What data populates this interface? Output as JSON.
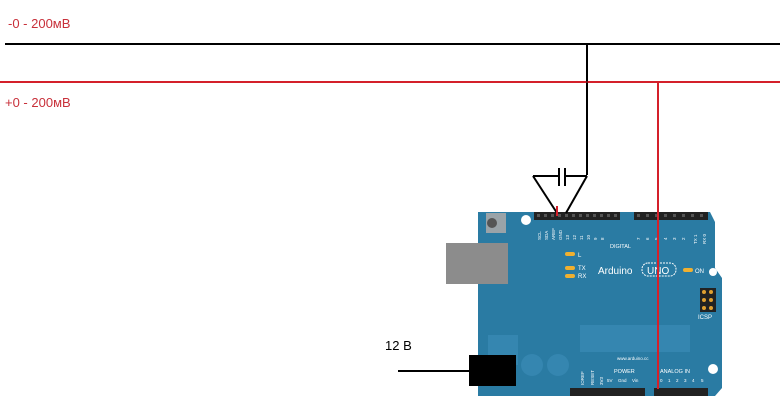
{
  "labels": {
    "minus_line": "-0 - 200мВ",
    "plus_line": "+0 - 200мВ",
    "power_input": "12 В"
  },
  "board": {
    "brand": "Arduino",
    "model": "UNO",
    "on_led": "ON",
    "l_led": "L",
    "tx_led": "TX",
    "rx_led": "RX",
    "icsp": "ICSP",
    "digital": "DIGITAL",
    "power": "POWER",
    "analog_in": "ANALOG IN",
    "website": "www.arduino.cc",
    "top_pins": [
      "SCL",
      "SDA",
      "AREF",
      "GND",
      "13",
      "12",
      "11",
      "10",
      "9",
      "8",
      "7",
      "6",
      "5",
      "4",
      "3",
      "2",
      "TX 1",
      "RX 0"
    ],
    "power_pins": [
      "IOREF",
      "RESET",
      "3V3",
      "5V",
      "Gnd",
      "Vin"
    ],
    "analog_pins": [
      "0",
      "1",
      "2",
      "3",
      "4",
      "5"
    ]
  },
  "colors": {
    "red_wire": "#d4202a",
    "black_wire": "#000000",
    "board": "#2a7ba3",
    "label_red": "#c8303a"
  }
}
